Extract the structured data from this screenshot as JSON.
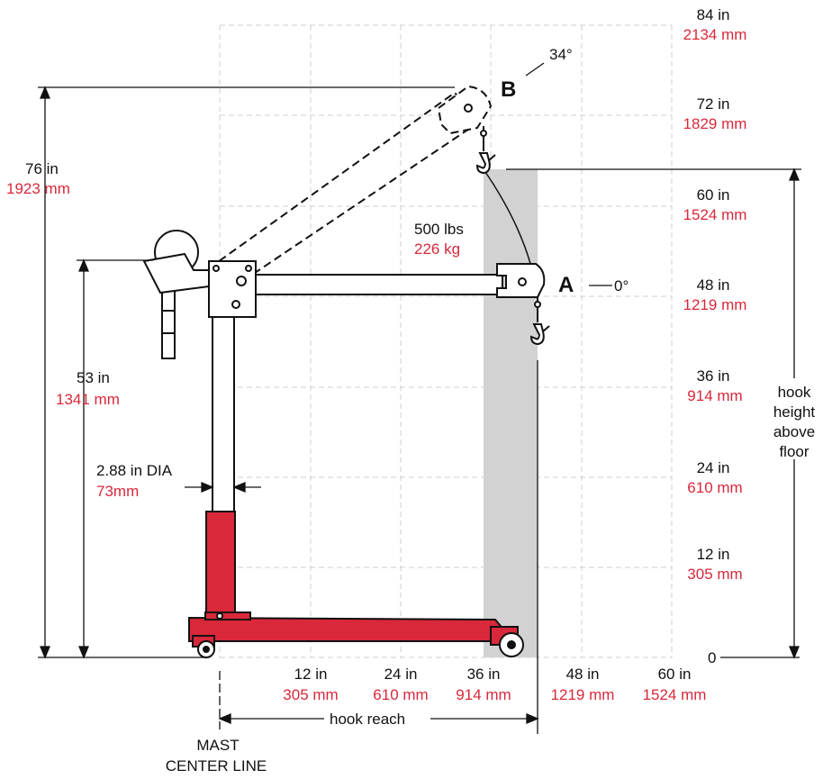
{
  "colors": {
    "frame_red": "#d8283a",
    "metric_text": "#d8283a",
    "grid": "#cfcfcf",
    "reach_band": "#d2d2d2",
    "outline": "#111111"
  },
  "right_axis": [
    {
      "imperial": "84 in",
      "metric": "2134 mm"
    },
    {
      "imperial": "72 in",
      "metric": "1829 mm"
    },
    {
      "imperial": "60 in",
      "metric": "1524 mm"
    },
    {
      "imperial": "48 in",
      "metric": "1219 mm"
    },
    {
      "imperial": "36 in",
      "metric": "914 mm"
    },
    {
      "imperial": "24 in",
      "metric": "610 mm"
    },
    {
      "imperial": "12 in",
      "metric": "305 mm"
    }
  ],
  "zero_label": "0",
  "bottom_axis": [
    {
      "imperial": "12 in",
      "metric": "305 mm"
    },
    {
      "imperial": "24 in",
      "metric": "610 mm"
    },
    {
      "imperial": "36 in",
      "metric": "914 mm"
    },
    {
      "imperial": "48 in",
      "metric": "1219 mm"
    },
    {
      "imperial": "60 in",
      "metric": "1524 mm"
    }
  ],
  "boom_positions": {
    "b": {
      "letter": "B",
      "angle": "34°"
    },
    "a": {
      "letter": "A",
      "angle": "0°"
    }
  },
  "capacity": {
    "imperial": "500 lbs",
    "metric": "226 kg"
  },
  "dims": {
    "overall_height": {
      "imperial": "76 in",
      "metric": "1923 mm"
    },
    "boom_height": {
      "imperial": "53 in",
      "metric": "1341 mm"
    },
    "mast_diameter": {
      "imperial": "2.88 in DIA",
      "metric": "73mm"
    }
  },
  "hook_reach_label": "hook reach",
  "hook_height_label": [
    "hook",
    "height",
    "above",
    "floor"
  ],
  "mast_center_label": [
    "MAST",
    "CENTER LINE"
  ]
}
